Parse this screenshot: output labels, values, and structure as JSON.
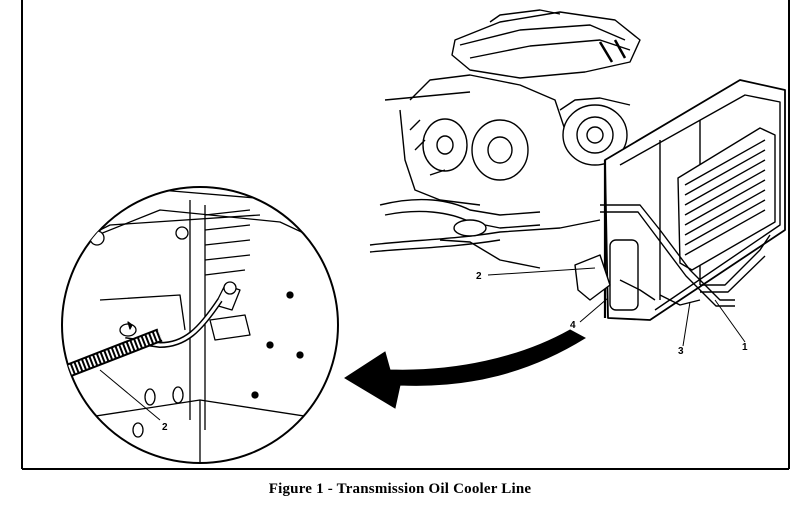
{
  "figure": {
    "caption": "Figure 1 - Transmission Oil Cooler Line",
    "callouts": {
      "one": "1",
      "two_engine": "2",
      "three": "3",
      "four": "4",
      "two_detail": "2"
    }
  },
  "icons": {
    "direction_arrow": "large-curved-arrow-left"
  }
}
